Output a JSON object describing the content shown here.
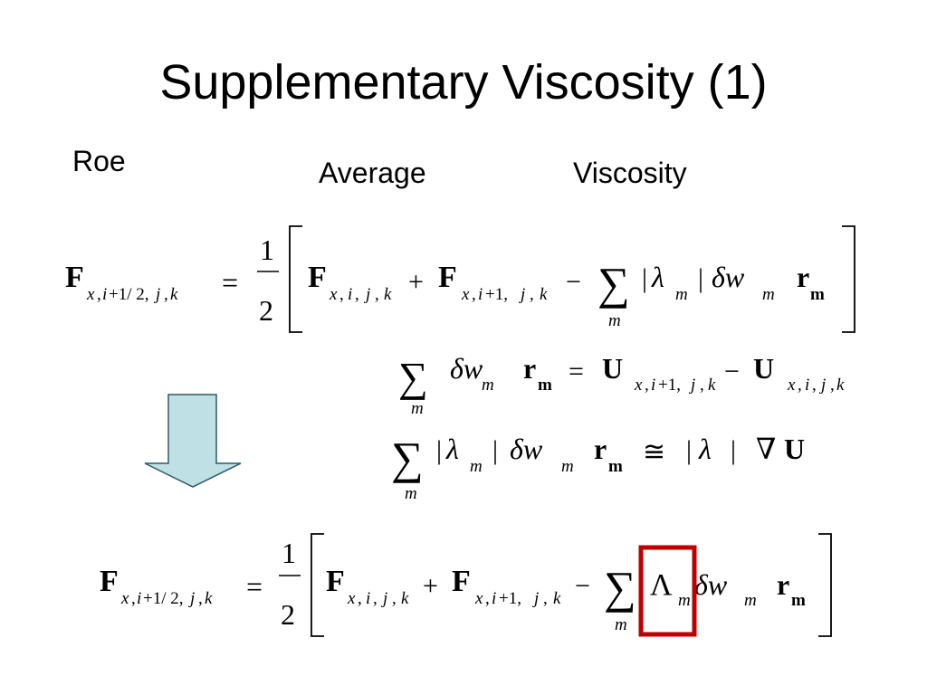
{
  "slide": {
    "title": "Supplementary Viscosity (1)",
    "label_roe": "Roe",
    "label_average": "Average",
    "label_viscosity": "Viscosity"
  },
  "colors": {
    "arrow_fill": "#bfe0e4",
    "arrow_stroke": "#2b5b62",
    "highlight_box": "#c00000"
  },
  "icons": {
    "down_arrow": "down-arrow-icon"
  }
}
